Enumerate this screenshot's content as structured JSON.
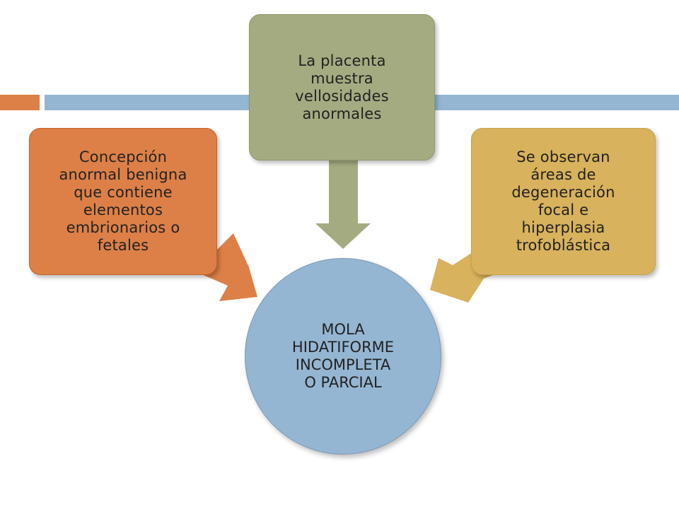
{
  "colors": {
    "accent_bar_left": "#dd8047",
    "accent_bar_right": "#94b6d2",
    "left_box": "#dd8047",
    "top_box": "#a5ab81",
    "right_box": "#d8b25c",
    "center_circle": "#94b6d2",
    "text": "#222222"
  },
  "diagram": {
    "center": {
      "label": "MOLA\nHIDATIFORME\nINCOMPLETA\nO PARCIAL"
    },
    "nodes": [
      {
        "id": "left",
        "label": "Concepción\nanormal benigna\nque contiene\nelementos\nembrionarios o\nfetales",
        "color": "#dd8047"
      },
      {
        "id": "top",
        "label": "La placenta\nmuestra\nvellosidades\nanormales",
        "color": "#a5ab81"
      },
      {
        "id": "right",
        "label": "Se observan\náreas de\ndegeneración\nfocal e\nhiperplasia\ntrofoblástica",
        "color": "#d8b25c"
      }
    ]
  }
}
